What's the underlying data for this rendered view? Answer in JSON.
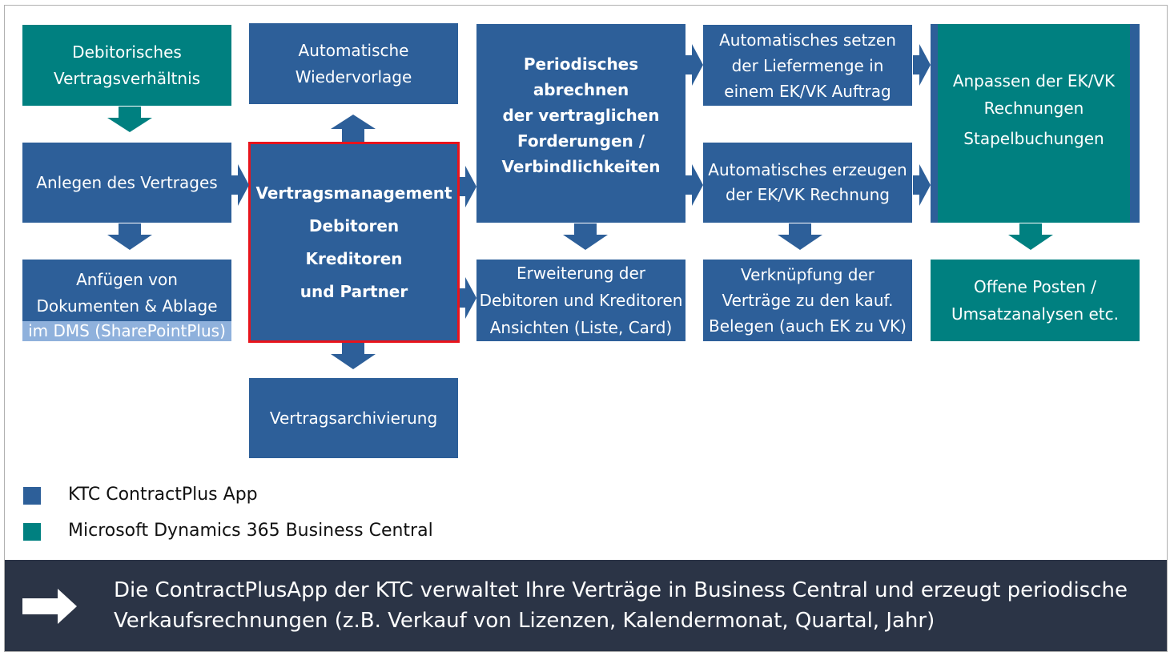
{
  "boxes": {
    "debitorisches": [
      "Debitorisches",
      "Vertragsverhältnis"
    ],
    "anlegen": [
      "Anlegen des Vertrages"
    ],
    "anfuegen": [
      "Anfügen von",
      "Dokumenten & Ablage"
    ],
    "anfuegen_dms": "im DMS (SharePointPlus)",
    "wiedervorlage": [
      "Automatische",
      "Wiedervorlage"
    ],
    "vertragsmanagement": [
      "Vertragsmanagement",
      "Debitoren",
      "Kreditoren",
      "und Partner"
    ],
    "archivierung": [
      "Vertragsarchivierung"
    ],
    "periodisch": [
      "Periodisches abrechnen",
      "der vertraglichen",
      "Forderungen /",
      "Verbindlichkeiten"
    ],
    "erweiterung": [
      "Erweiterung der",
      "Debitoren und Kreditoren",
      "Ansichten (Liste, Card)"
    ],
    "liefermenge": [
      "Automatisches setzen",
      "der Liefermenge in",
      "einem EK/VK Auftrag"
    ],
    "rechnung": [
      "Automatisches erzeugen",
      "der EK/VK Rechnung"
    ],
    "verknuepfung": [
      "Verknüpfung der",
      "Verträge zu den kauf.",
      "Belegen (auch EK zu VK)"
    ],
    "anpassen": [
      "Anpassen der EK/VK",
      "Rechnungen",
      "Stapelbuchungen"
    ],
    "offene_posten": [
      "Offene Posten /",
      "Umsatzanalysen etc."
    ]
  },
  "legend": {
    "ktc": "KTC ContractPlus App",
    "msd": "Microsoft Dynamics 365 Business Central"
  },
  "banner": {
    "line1": "Die ContractPlusApp der KTC verwaltet Ihre Verträge in Business Central und erzeugt periodische",
    "line2": "Verkaufsrechnungen (z.B. Verkauf von Lizenzen, Kalendermonat, Quartal, Jahr)"
  },
  "colors": {
    "ktc_blue": "#2d5f99",
    "ms_teal": "#008080",
    "highlight_border": "#e8141c",
    "banner_bg": "#2b3446",
    "dms_strip": "#8fb1dc"
  }
}
